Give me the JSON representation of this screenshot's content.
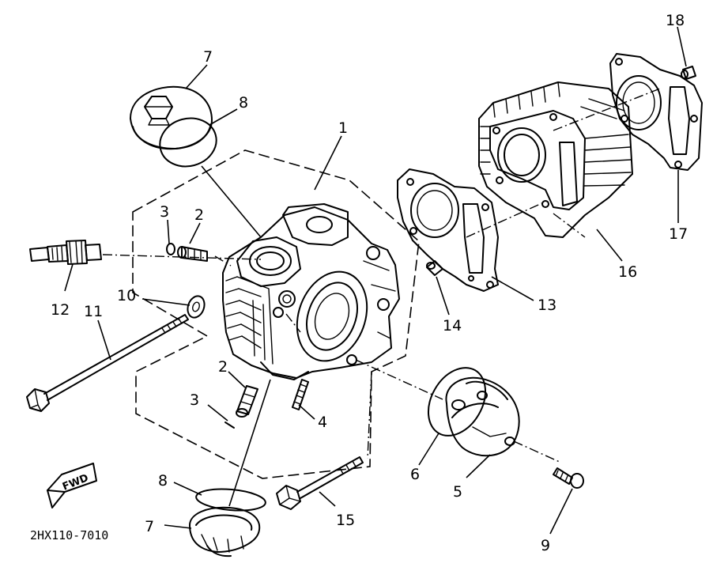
{
  "diagram": {
    "part_code": "2HX110-7010",
    "direction_label": "FWD",
    "callouts": [
      {
        "id": "c1",
        "text": "1"
      },
      {
        "id": "c2a",
        "text": "2"
      },
      {
        "id": "c2b",
        "text": "2"
      },
      {
        "id": "c3a",
        "text": "3"
      },
      {
        "id": "c3b",
        "text": "3"
      },
      {
        "id": "c4",
        "text": "4"
      },
      {
        "id": "c5",
        "text": "5"
      },
      {
        "id": "c6",
        "text": "6"
      },
      {
        "id": "c7a",
        "text": "7"
      },
      {
        "id": "c7b",
        "text": "7"
      },
      {
        "id": "c8a",
        "text": "8"
      },
      {
        "id": "c8b",
        "text": "8"
      },
      {
        "id": "c9",
        "text": "9"
      },
      {
        "id": "c10",
        "text": "10"
      },
      {
        "id": "c11",
        "text": "11"
      },
      {
        "id": "c12",
        "text": "12"
      },
      {
        "id": "c13",
        "text": "13"
      },
      {
        "id": "c14",
        "text": "14"
      },
      {
        "id": "c15",
        "text": "15"
      },
      {
        "id": "c16",
        "text": "16"
      },
      {
        "id": "c17",
        "text": "17"
      },
      {
        "id": "c18",
        "text": "18"
      }
    ]
  }
}
